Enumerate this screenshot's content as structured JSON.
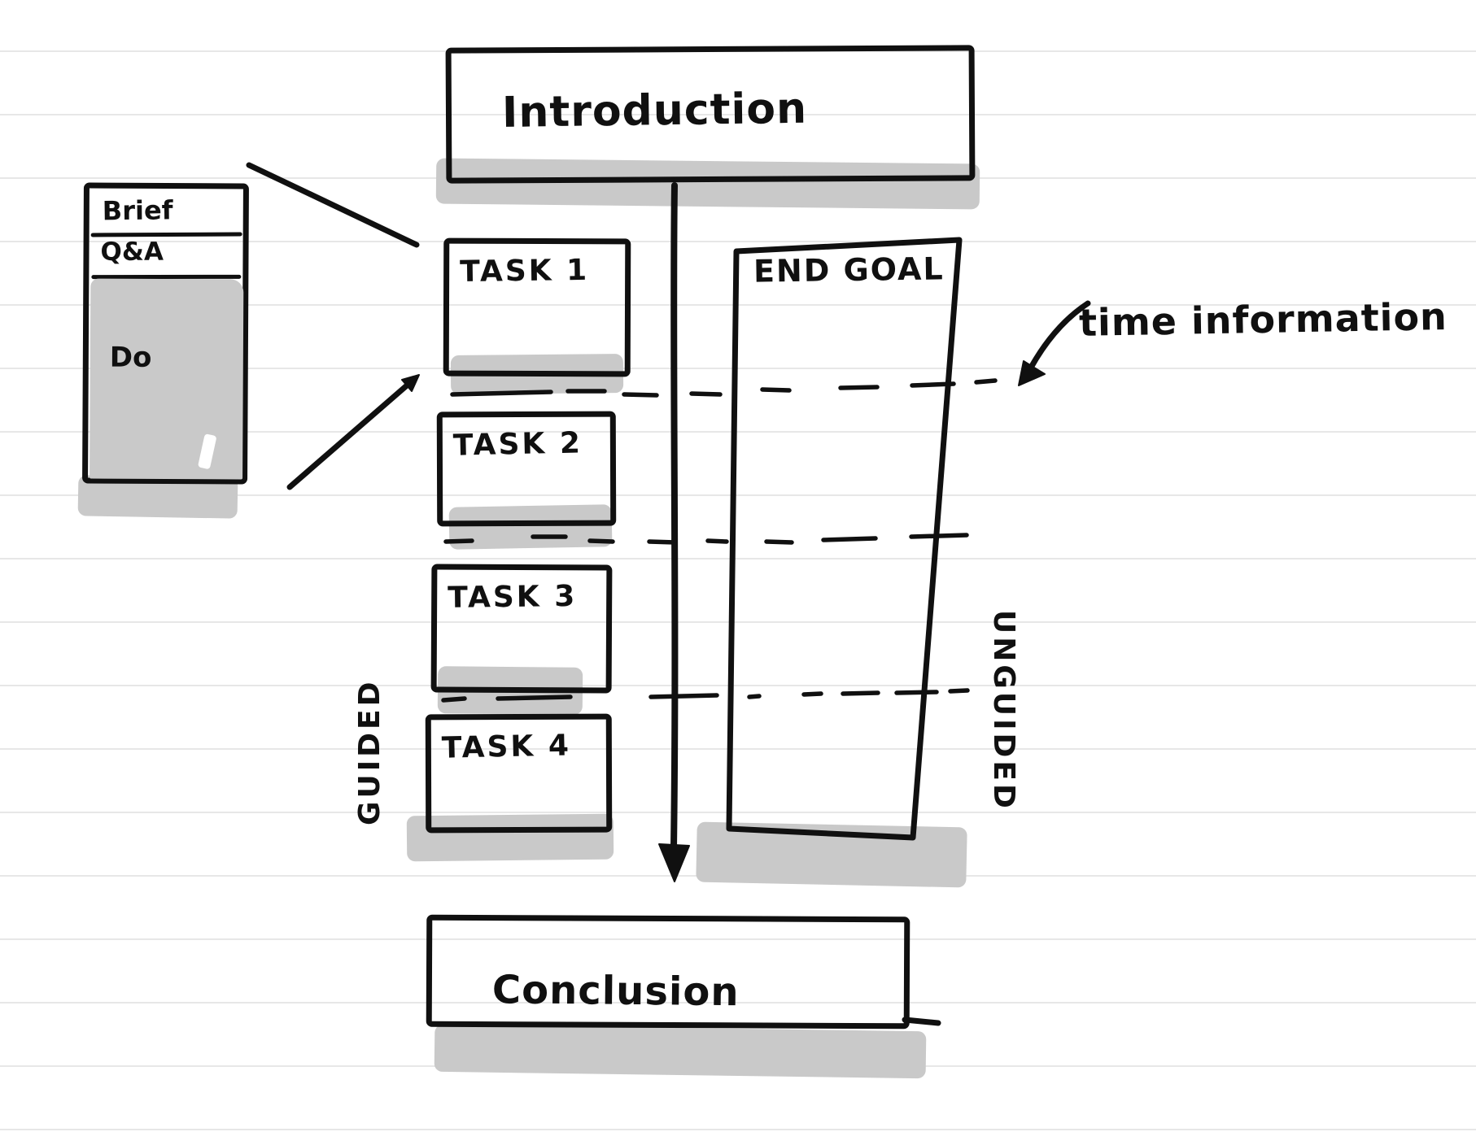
{
  "diagram": {
    "introduction": "Introduction",
    "conclusion": "Conclusion",
    "mini_panel": {
      "rows": [
        "Brief",
        "Q&A",
        "Do"
      ]
    },
    "tasks": [
      "TASK 1",
      "TASK 2",
      "TASK 3",
      "TASK 4"
    ],
    "end_goal": "END GOAL",
    "side_labels": {
      "left": "GUIDED",
      "right": "UNGUIDED"
    },
    "annotation": "time information",
    "colors": {
      "ink": "#101010",
      "shadow_gray": "#c9c9c9",
      "ruled_line": "#e7e7e7",
      "background": "#ffffff"
    }
  }
}
